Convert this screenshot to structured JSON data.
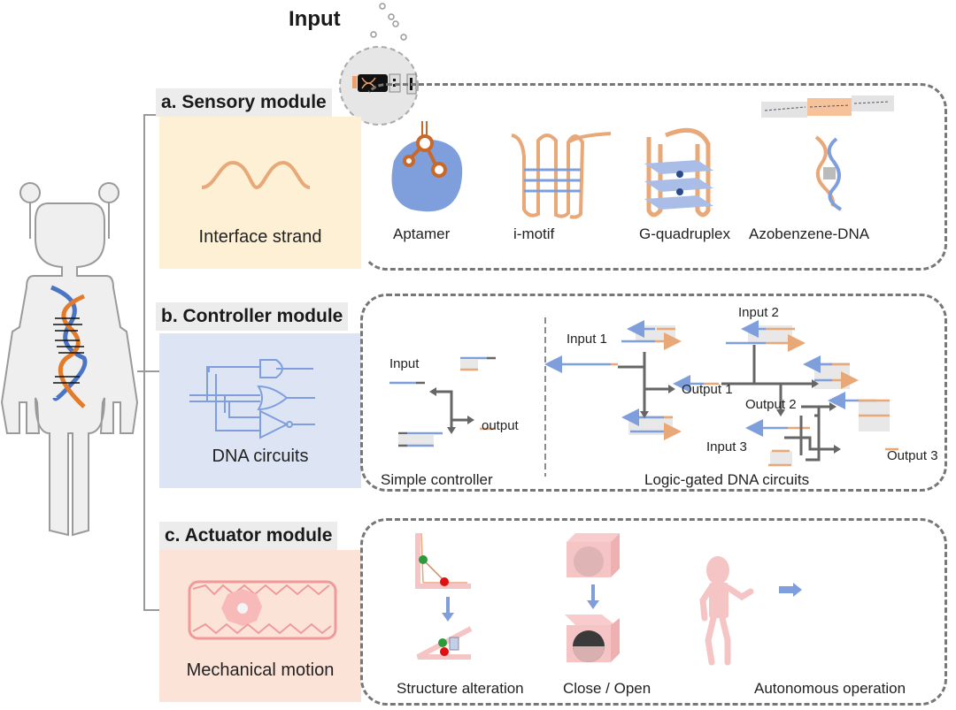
{
  "input_label": "Input",
  "colors": {
    "orange": "#e8a878",
    "blue": "#7f9fdc",
    "gray_line": "#777777",
    "sensory_bg": "#fdf0d5",
    "controller_bg": "#dde5f5",
    "actuator_bg": "#fbe3d8",
    "pink": "#f5c4c4"
  },
  "modules": {
    "sensory": {
      "header": "a. Sensory module",
      "label": "Interface strand",
      "icon": "wave-strand-icon",
      "items": [
        {
          "label": "Aptamer",
          "icon": "aptamer-icon"
        },
        {
          "label": "i-motif",
          "icon": "i-motif-icon"
        },
        {
          "label": "G-quadruplex",
          "icon": "g-quadruplex-icon"
        },
        {
          "label": "Azobenzene-DNA",
          "icon": "azobenzene-dna-icon"
        }
      ]
    },
    "controller": {
      "header": "b. Controller module",
      "label": "DNA circuits",
      "icon": "logic-gates-icon",
      "simple": {
        "caption": "Simple controller",
        "input": "Input",
        "output": "output"
      },
      "logic": {
        "caption": "Logic-gated DNA circuits",
        "labels": [
          "Input 1",
          "Input 2",
          "Output 1",
          "Output 2",
          "Input 3",
          "Output 3"
        ]
      }
    },
    "actuator": {
      "header": "c. Actuator module",
      "label": "Mechanical motion",
      "icon": "gear-rack-icon",
      "items": [
        {
          "label": "Structure alteration",
          "icon": "hinge-icon"
        },
        {
          "label": "Close / Open",
          "icon": "box-lid-icon"
        },
        {
          "label": "Autonomous operation",
          "icon": "walking-figure-icon"
        }
      ]
    }
  }
}
